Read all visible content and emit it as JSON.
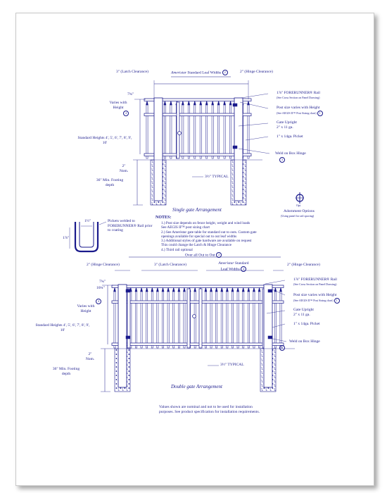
{
  "drawing": {
    "line_color": "#1a1a8c",
    "single_gate": {
      "latch_clearance": "3\" (Latch Clearance)",
      "leaf_width_brand": "Ameristar",
      "leaf_width_text": "Standard Leaf Widths",
      "leaf_width_ref": "2",
      "hinge_clearance": "2\" (Hinge Clearance)",
      "top_dim": "7¾\"",
      "varies_with_height": "Varies with Height",
      "varies_ref": "4",
      "standard_heights": "Standard Heights 4', 5', 6', 7', 8', 9', 10'",
      "nom": "2\" Nom.",
      "min_footing": "36\" Min. Footing depth",
      "typical": "3½\" TYPICAL",
      "rail_label": "1⅞\" FORERUNNER® Rail",
      "rail_sub": "(See Cross Section on Panel Drawing)",
      "post_label": "Post size varies with Height",
      "post_sub": "(See AEGIS II™ Post Sizing chart)",
      "post_ref": "1",
      "upright_label": "Gate Upright",
      "upright_size": "2\" x 11 ga.",
      "picket_label": "1\" x 14ga. Picket",
      "weld_label": "Weld on Box Hinge",
      "weld_ref": "3",
      "caption": "Single gate Arrangement"
    },
    "adornment": {
      "label": "Adornment Options",
      "sub": "(Using panel for rail spacing)",
      "tag": "Opt."
    },
    "picket_detail": {
      "dim_top": "1½\"",
      "dim_side": "1⅞\"",
      "label": "Pickets welded to FORERUNNER® Rail prior to coating"
    },
    "notes": {
      "title": "NOTES:",
      "items": [
        "1.) Post size depends on fence height, weight and wind loads",
        "     See AEGIS II™ post sizing chart",
        "2.) See Ameristar gate table for standard out to outs. Custom gate",
        "     openings available for special out to out leaf widths",
        "3.) Additional styles of gate hardware are available on request",
        "     This could change the Latch & Hinge Clearance",
        "4.) Third rail optional"
      ]
    },
    "double_gate": {
      "over_all": "Over all Out to Out",
      "over_all_ref": "2",
      "hinge_clearance_left": "2\" (Hinge Clearance)",
      "latch_clearance": "3\" (Latch Clearance)",
      "leaf_width_brand": "Ameristar",
      "leaf_width_text": "Standard Leaf Widths",
      "leaf_width_ref": "2",
      "hinge_clearance_right": "2\" (Hinge Clearance)",
      "top_dim": "7¾\"",
      "side_dim": "16¾\"",
      "varies_with_height": "Varies with Height",
      "varies_ref": "4",
      "standard_heights": "Standard Heights 4', 5', 6', 7', 8', 9', 10'",
      "nom": "2\" Nom.",
      "min_footing": "36\" Min. Footing depth",
      "typical": "3½\" TYPICAL",
      "rail_label": "1⅞\" FORERUNNER® Rail",
      "rail_sub": "(See Cross Section on Panel Drawing)",
      "post_label": "Post size varies with Height",
      "post_sub": "(See AEGIS II™ Post Sizing chart)",
      "post_ref": "1",
      "upright_label": "Gate Upright",
      "upright_size": "2\" x 11 ga.",
      "picket_label": "1\" x 14ga. Picket",
      "weld_label": "Weld on Box Hinge",
      "weld_ref": "3",
      "caption": "Double gate Arrangement"
    },
    "footer": "Values shown are nominal and not to be used for installation purposes. See product specification for installation requirements."
  }
}
